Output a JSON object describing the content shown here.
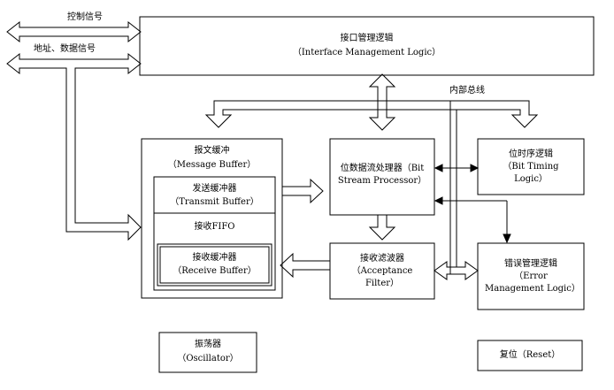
{
  "signals": {
    "control": "控制信号",
    "address_data": "地址、数据信号",
    "internal_bus": "内部总线"
  },
  "interface_logic": {
    "title": "接口管理逻辑",
    "subtitle": "（Interface Management Logic）"
  },
  "message_buffer": {
    "title": "报文缓冲",
    "subtitle": "（Message Buffer）"
  },
  "transmit_buffer": {
    "title": "发送缓冲器",
    "subtitle": "（Transmit Buffer）"
  },
  "receive_fifo": {
    "title": "接收FIFO"
  },
  "receive_buffer": {
    "title": "接收缓冲器",
    "subtitle": "（Receive Buffer）"
  },
  "bit_stream_processor": {
    "text": "位数据流处理器（Bit Stream Processor）"
  },
  "acceptance_filter": {
    "title": "接收滤波器",
    "subtitle": "（Acceptance Filter）"
  },
  "bit_timing_logic": {
    "title": "位时序逻辑",
    "subtitle": "（Bit Timing Logic）"
  },
  "error_management_logic": {
    "title": "错误管理逻辑",
    "subtitle": "（Error Management Logic）"
  },
  "oscillator": {
    "title": "振荡器",
    "subtitle": "（Oscillator）"
  },
  "reset": {
    "text": "复位（Reset）"
  }
}
